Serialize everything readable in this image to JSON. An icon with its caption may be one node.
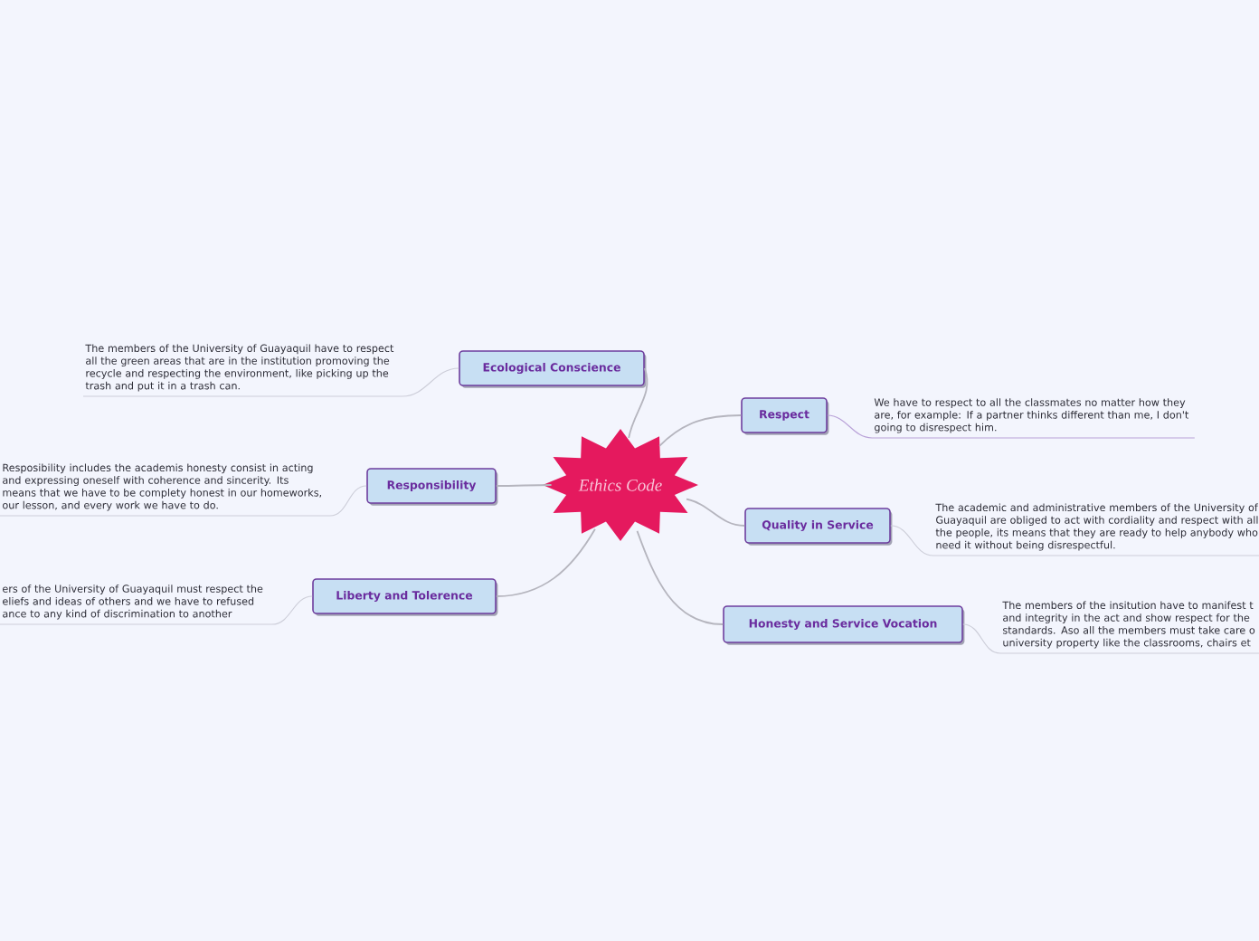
{
  "diagram": {
    "nodes": [
      {
        "text": [
          "Ethics Code"
        ]
      },
      {
        "text": [
          "Ecological Conscience"
        ]
      },
      {
        "text": [
          "The members of the University of Guayaquil have to respect all the green areas that are in the institution promoving the recycle and respecting the environment, like picking up the trash and put it in a trash can."
        ]
      },
      {
        "text": [
          "Respect"
        ]
      },
      {
        "text": [
          "We have to respect to all the classmates no matter how they are, for example: If a partner thinks different than me, I don't going to disrespect him."
        ]
      },
      {
        "text": [
          "Responsibility"
        ]
      },
      {
        "text": [
          "Resposibility includes the academis honesty consist in acting and expressing oneself with coherence and sincerity. Its means that we have to be complety honest in our homeworks, our lesson, and every work we have to do."
        ]
      },
      {
        "text": [
          "Quality in Service"
        ]
      },
      {
        "text": [
          "The academic and administrative members of the University of Guayaquil are obliged to act with cordiality and respect with all the people, its means that they are ready to help anybody who need it without being disrespectful."
        ]
      },
      {
        "text": [
          "Liberty and Tolerence"
        ]
      },
      {
        "text": [
          "ers of the University of Guayaquil must respect the eliefs and ideas of others and we have to refused ance to any kind of discrimination to another"
        ]
      },
      {
        "text": [
          "Honesty and Service Vocation"
        ]
      },
      {
        "text": [
          "The members of the insitution have to manifest t and integrity in the act and show respect for the standards. Aso all the members must take care o university property like the classrooms, chairs et"
        ]
      }
    ],
    "edges": [
      {
        "from": 0,
        "to": 1,
        "arrow": "none"
      },
      {
        "from": 1,
        "to": 2,
        "arrow": "none"
      },
      {
        "from": 0,
        "to": 3,
        "arrow": "none"
      },
      {
        "from": 3,
        "to": 4,
        "arrow": "none",
        "color": "#b9a2d8"
      },
      {
        "from": 0,
        "to": 5,
        "arrow": "none"
      },
      {
        "from": 5,
        "to": 6,
        "arrow": "none"
      },
      {
        "from": 0,
        "to": 7,
        "arrow": "none"
      },
      {
        "from": 7,
        "to": 8,
        "arrow": "none"
      },
      {
        "from": 0,
        "to": 9,
        "arrow": "none"
      },
      {
        "from": 9,
        "to": 10,
        "arrow": "none"
      },
      {
        "from": 0,
        "to": 11,
        "arrow": "none"
      },
      {
        "from": 11,
        "to": 12,
        "arrow": "none"
      }
    ]
  }
}
